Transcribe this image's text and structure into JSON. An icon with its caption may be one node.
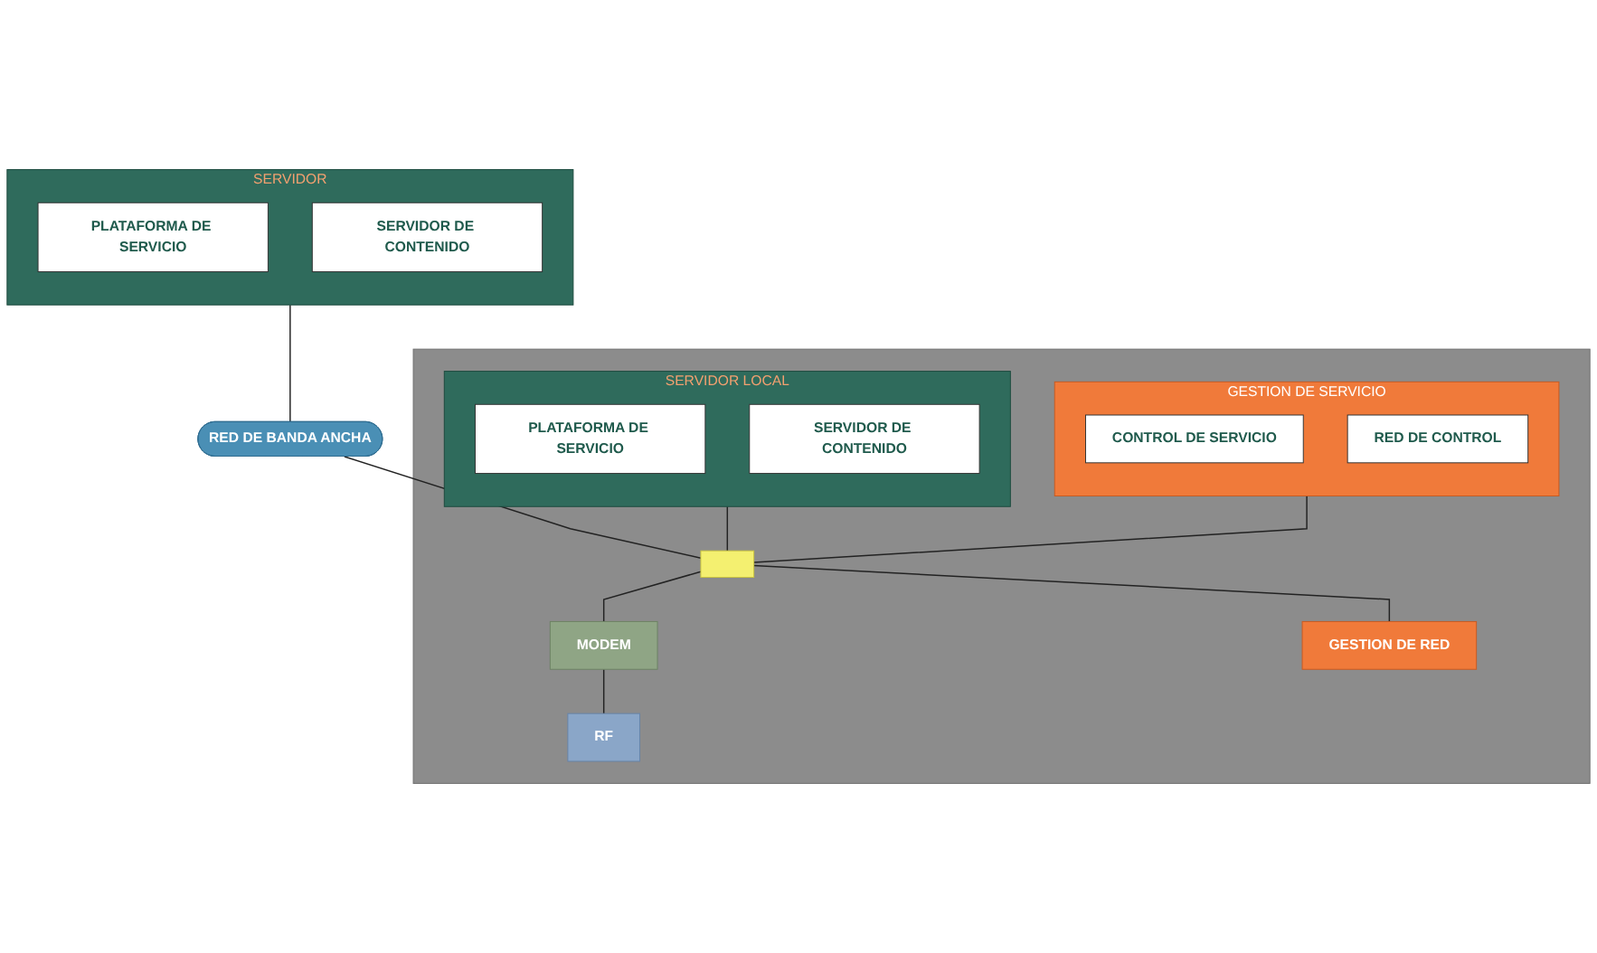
{
  "diagram": {
    "nodes": [
      {
        "text": [
          "SERVIDOR"
        ]
      },
      {
        "text": [
          "PLATAFORMA DE SERVICIO"
        ],
        "in": 0
      },
      {
        "text": [
          "SERVIDOR DE CONTENIDO"
        ],
        "in": 0
      },
      {
        "text": [],
        "shape": "box"
      },
      {
        "text": [
          "SERVIDOR LOCAL"
        ],
        "in": 3
      },
      {
        "text": [
          "PLATAFORMA DE SERVICIO"
        ],
        "in": 4
      },
      {
        "text": [
          "SERVIDOR DE CONTENIDO"
        ],
        "in": 4
      },
      {
        "text": [
          "GESTION DE SERVICIO"
        ],
        "in": 3
      },
      {
        "text": [
          "CONTROL DE SERVICIO"
        ],
        "in": 7
      },
      {
        "text": [
          "RED DE CONTROL"
        ],
        "in": 7
      },
      {
        "text": [
          "RED DE BANDA ANCHA"
        ]
      },
      {
        "text": [],
        "shape": "box",
        "in": 3
      },
      {
        "text": [
          "MODEM"
        ],
        "in": 3
      },
      {
        "text": [
          "RF"
        ],
        "in": 3
      },
      {
        "text": [
          "GESTION DE RED"
        ],
        "in": 3
      }
    ],
    "edges": [
      {
        "from": 0,
        "to": 10,
        "arrow": "none"
      },
      {
        "from": 10,
        "to": 11,
        "arrow": "none"
      },
      {
        "from": 4,
        "to": 11,
        "arrow": "none"
      },
      {
        "from": 7,
        "to": 11,
        "arrow": "none"
      },
      {
        "from": 11,
        "to": 12,
        "arrow": "none"
      },
      {
        "from": 12,
        "to": 13,
        "arrow": "none"
      },
      {
        "from": 11,
        "to": 14,
        "arrow": "none"
      }
    ]
  }
}
